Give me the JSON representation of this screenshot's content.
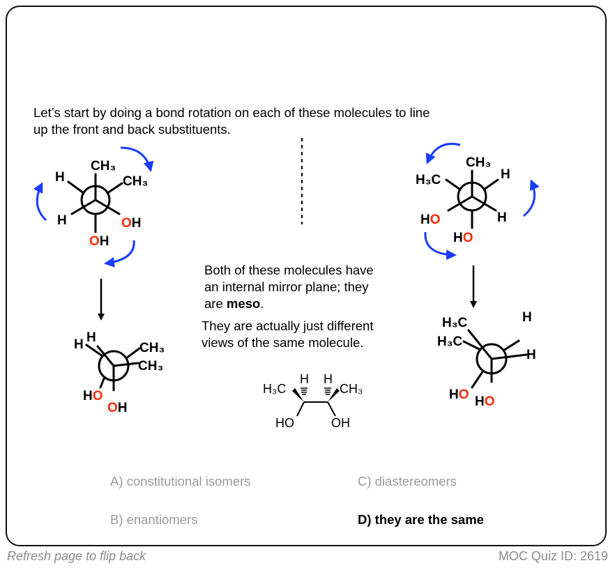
{
  "intro": {
    "line1": "Let’s start by doing a bond rotation on each of these molecules to line",
    "line2": "up the front and back substituents."
  },
  "explanation": {
    "p1_line1": "Both of these molecules have",
    "p1_line2": "an internal mirror plane; they",
    "p1_line3_prefix": "are ",
    "p1_bold": "meso",
    "p1_suffix": ".",
    "p2_line1": "They are actually just different",
    "p2_line2": "views of the same molecule."
  },
  "atoms": {
    "CH3": "CH₃",
    "H3C": "H₃C",
    "H": "H",
    "O": "O",
    "HO": "HO",
    "OH": "OH"
  },
  "colors": {
    "oxygen": "#ff2a00",
    "rotation_arrow": "#1a3cff"
  },
  "answers": [
    {
      "label": "A) constitutional isomers",
      "correct": false
    },
    {
      "label": "B) enantiomers",
      "correct": false
    },
    {
      "label": "C) diastereomers",
      "correct": false
    },
    {
      "label": "D) they are the same",
      "correct": true
    }
  ],
  "footer": {
    "left": "Refresh page to flip back",
    "right": "MOC Quiz ID: 2619"
  }
}
